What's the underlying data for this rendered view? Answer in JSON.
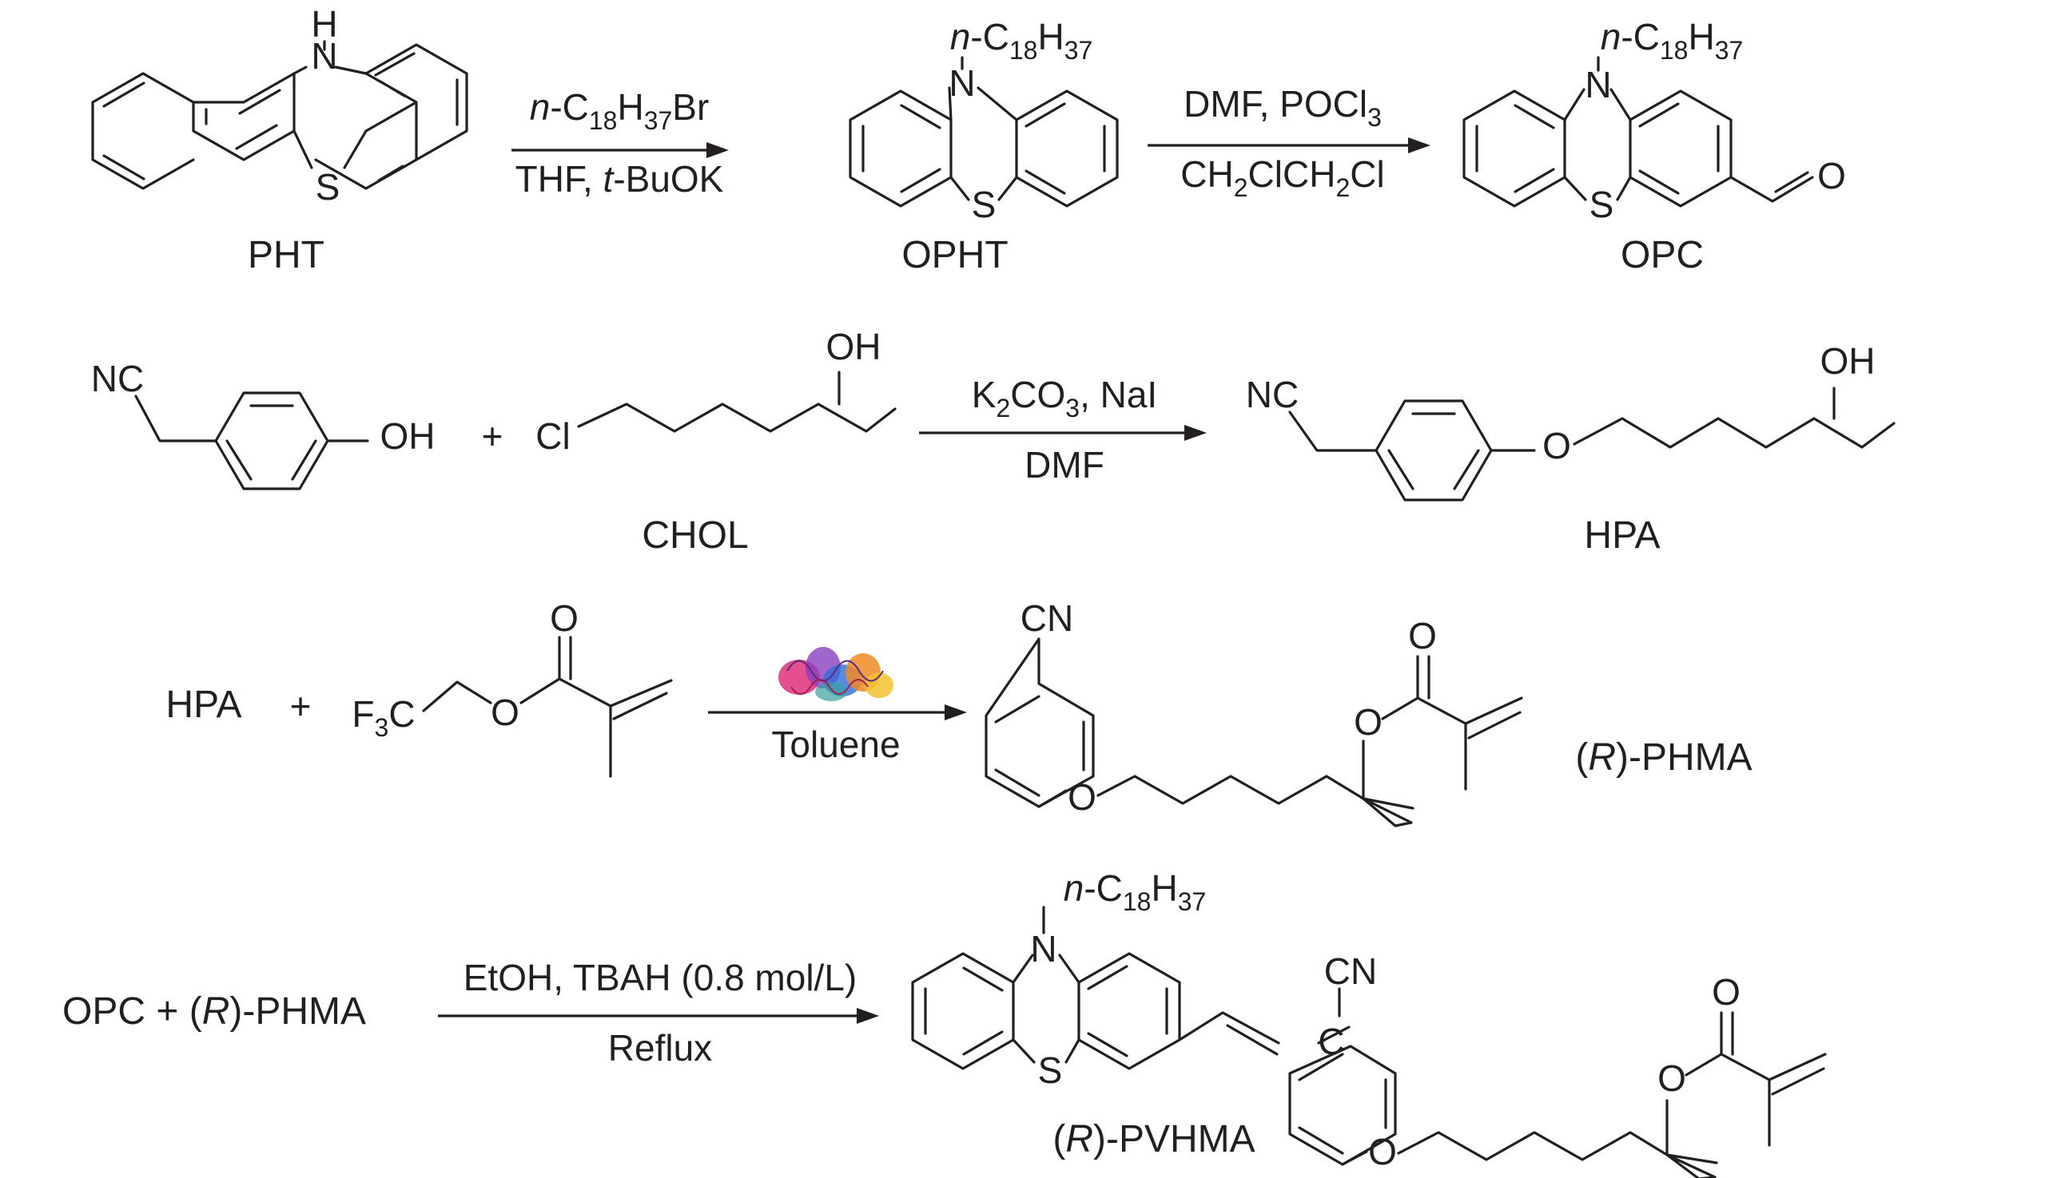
{
  "compounds": {
    "pht": "PHT",
    "opht": "OPHT",
    "opc": "OPC",
    "chol": "CHOL",
    "hpa": "HPA",
    "hpa_reactant": "HPA",
    "phma": "(R)-PHMA",
    "opc_phma": "OPC + (R)-PHMA",
    "pvhma": "(R)-PVHMA"
  },
  "conditions": {
    "step1_top": "n-C18H37Br",
    "step1_bottom": "THF, t-BuOK",
    "step2_top": "DMF,  POCl3",
    "step2_bottom": "CH2ClCH2Cl",
    "step3_top": "K2CO3, NaI",
    "step3_bottom": "DMF",
    "step4_bottom": "Toluene",
    "step5_top": "EtOH, TBAH (0.8 mol/L)",
    "step5_bottom": "Reflux"
  },
  "atoms": {
    "h": "H",
    "n": "N",
    "s": "S",
    "o": "O",
    "oh": "OH",
    "cl": "Cl",
    "nc": "NC",
    "cn": "CN",
    "c": "C",
    "f3c": "F3C",
    "plus": "+",
    "alkyl": "n-C18H37"
  },
  "icons": {
    "enzyme": "lipase-enzyme-icon"
  },
  "colors": {
    "ink": "#231f20",
    "enzyme": [
      "#e0307a",
      "#8a3fc2",
      "#2f6fd8",
      "#f08a24",
      "#f2c230",
      "#37a0a0"
    ]
  }
}
